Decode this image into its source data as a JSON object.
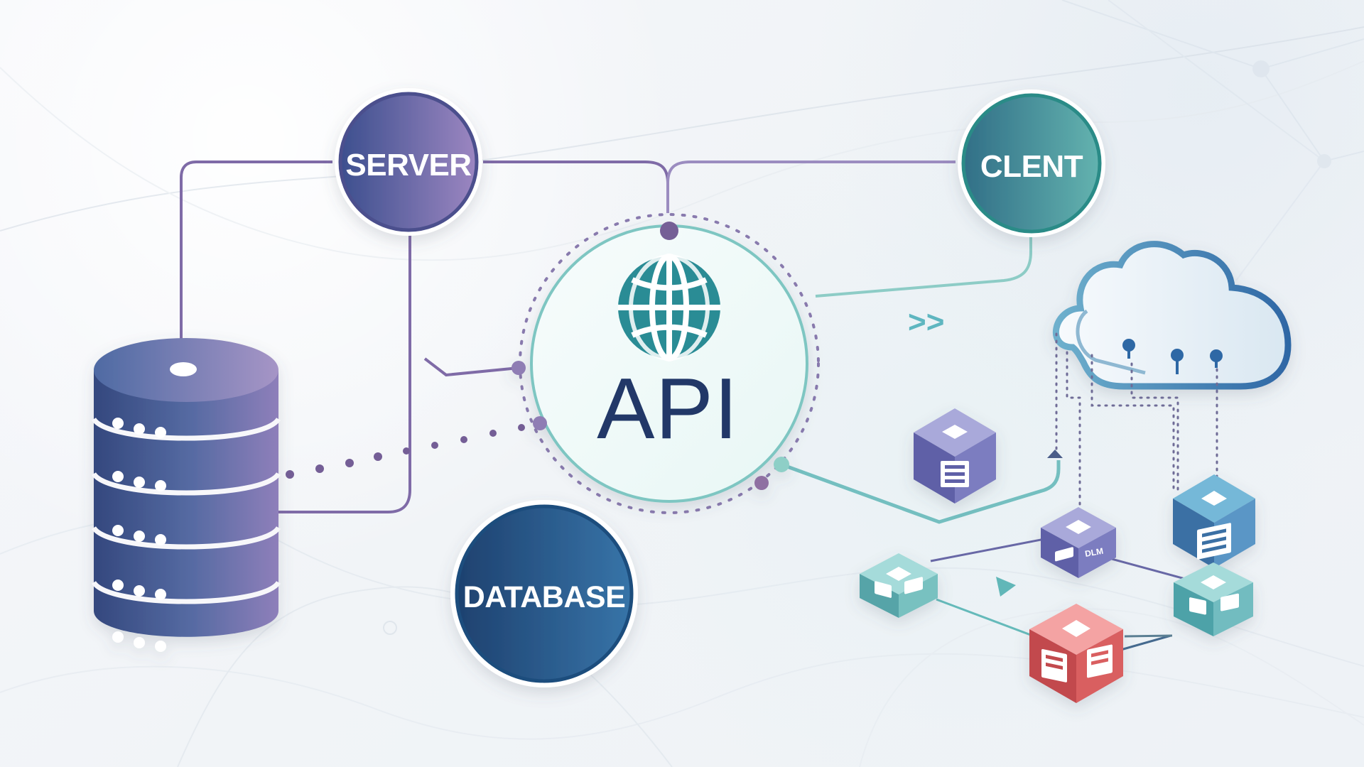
{
  "diagram": {
    "labels": {
      "server": "SERVER",
      "client": "CLENT",
      "database": "DATABASE",
      "api": "API",
      "flow_arrow": ">>",
      "network_text": "DLM"
    },
    "colors": {
      "server": "#6E5E99",
      "client": "#3D8C8C",
      "database": "#245082",
      "api": "#203868",
      "line_purple": "#7F6BA7",
      "line_teal": "#7EC6C2",
      "cube_purple": "#6D6CAF",
      "cube_blue": "#3B6FA4",
      "cube_teal": "#5FB0B0",
      "cube_red": "#C2494D"
    },
    "icons": [
      "globe-icon",
      "database-stack-icon",
      "cloud-icon",
      "cube-icon",
      "arrow-icon"
    ]
  }
}
